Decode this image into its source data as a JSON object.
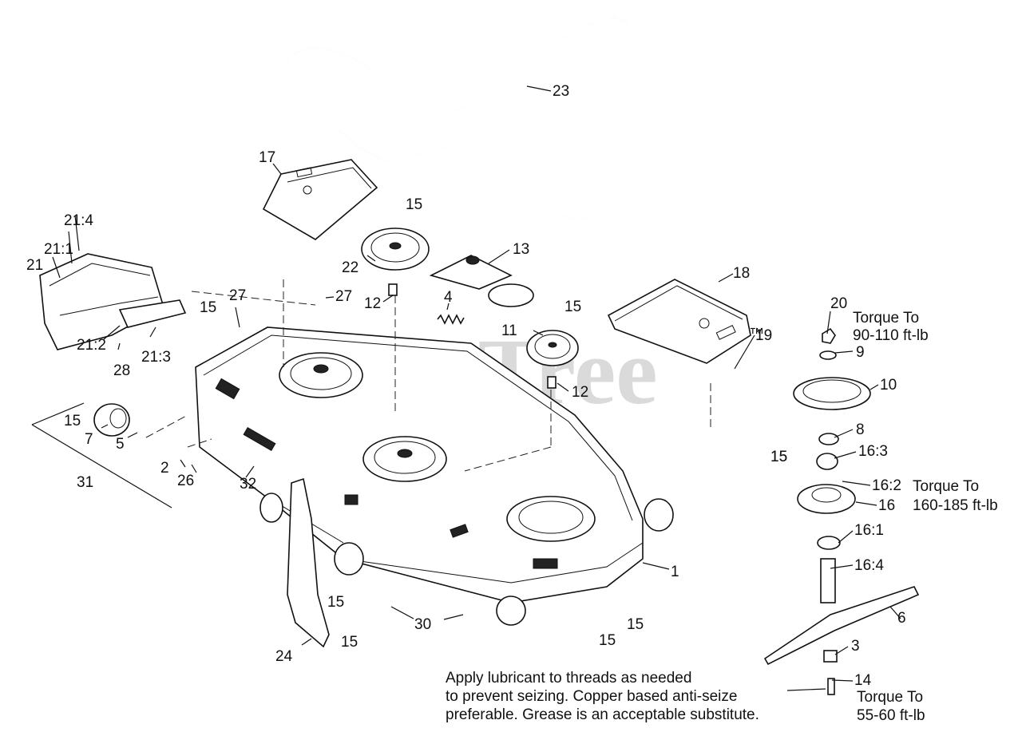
{
  "watermark": "PartsTree",
  "watermark_tm": "™",
  "callouts": [
    "1",
    "2",
    "3",
    "4",
    "5",
    "6",
    "7",
    "8",
    "9",
    "10",
    "11",
    "12",
    "12",
    "13",
    "14",
    "15",
    "15",
    "15",
    "15",
    "15",
    "15",
    "15",
    "15",
    "15",
    "15",
    "16",
    "16:1",
    "16:2",
    "16:3",
    "16:4",
    "17",
    "18",
    "19",
    "20",
    "21",
    "21:1",
    "21:2",
    "21:3",
    "21:4",
    "22",
    "23",
    "24",
    "26",
    "27",
    "27",
    "28",
    "30",
    "31",
    "32"
  ],
  "torque_notes": [
    {
      "heading": "Torque To",
      "value": "90-110 ft-lb"
    },
    {
      "heading": "Torque To",
      "value": "160-185 ft-lb"
    },
    {
      "heading": "Torque To",
      "value": "55-60 ft-lb"
    }
  ],
  "lubricant_note": [
    "Apply lubricant to threads as needed",
    "to prevent seizing. Copper based anti-seize",
    "preferable. Grease is an acceptable substitute."
  ]
}
